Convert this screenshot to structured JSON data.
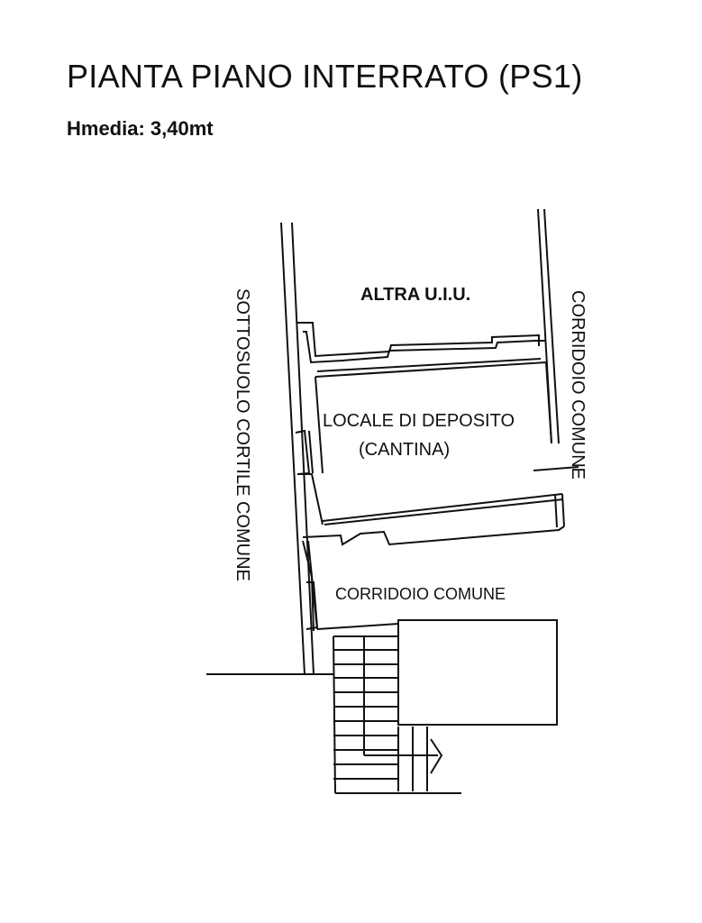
{
  "title": "PIANTA PIANO INTERRATO (PS1)",
  "subtitle": "Hmedia: 3,40mt",
  "labels": {
    "other_unit": "ALTRA U.I.U.",
    "storage_line1": "LOCALE DI DEPOSITO",
    "storage_line2": "(CANTINA)",
    "corridor_lower": "CORRIDOIO COMUNE",
    "corridor_right": "CORRIDOIO COMUNE",
    "courtyard_left": "SOTTOSUOLO CORTILE COMUNE"
  }
}
